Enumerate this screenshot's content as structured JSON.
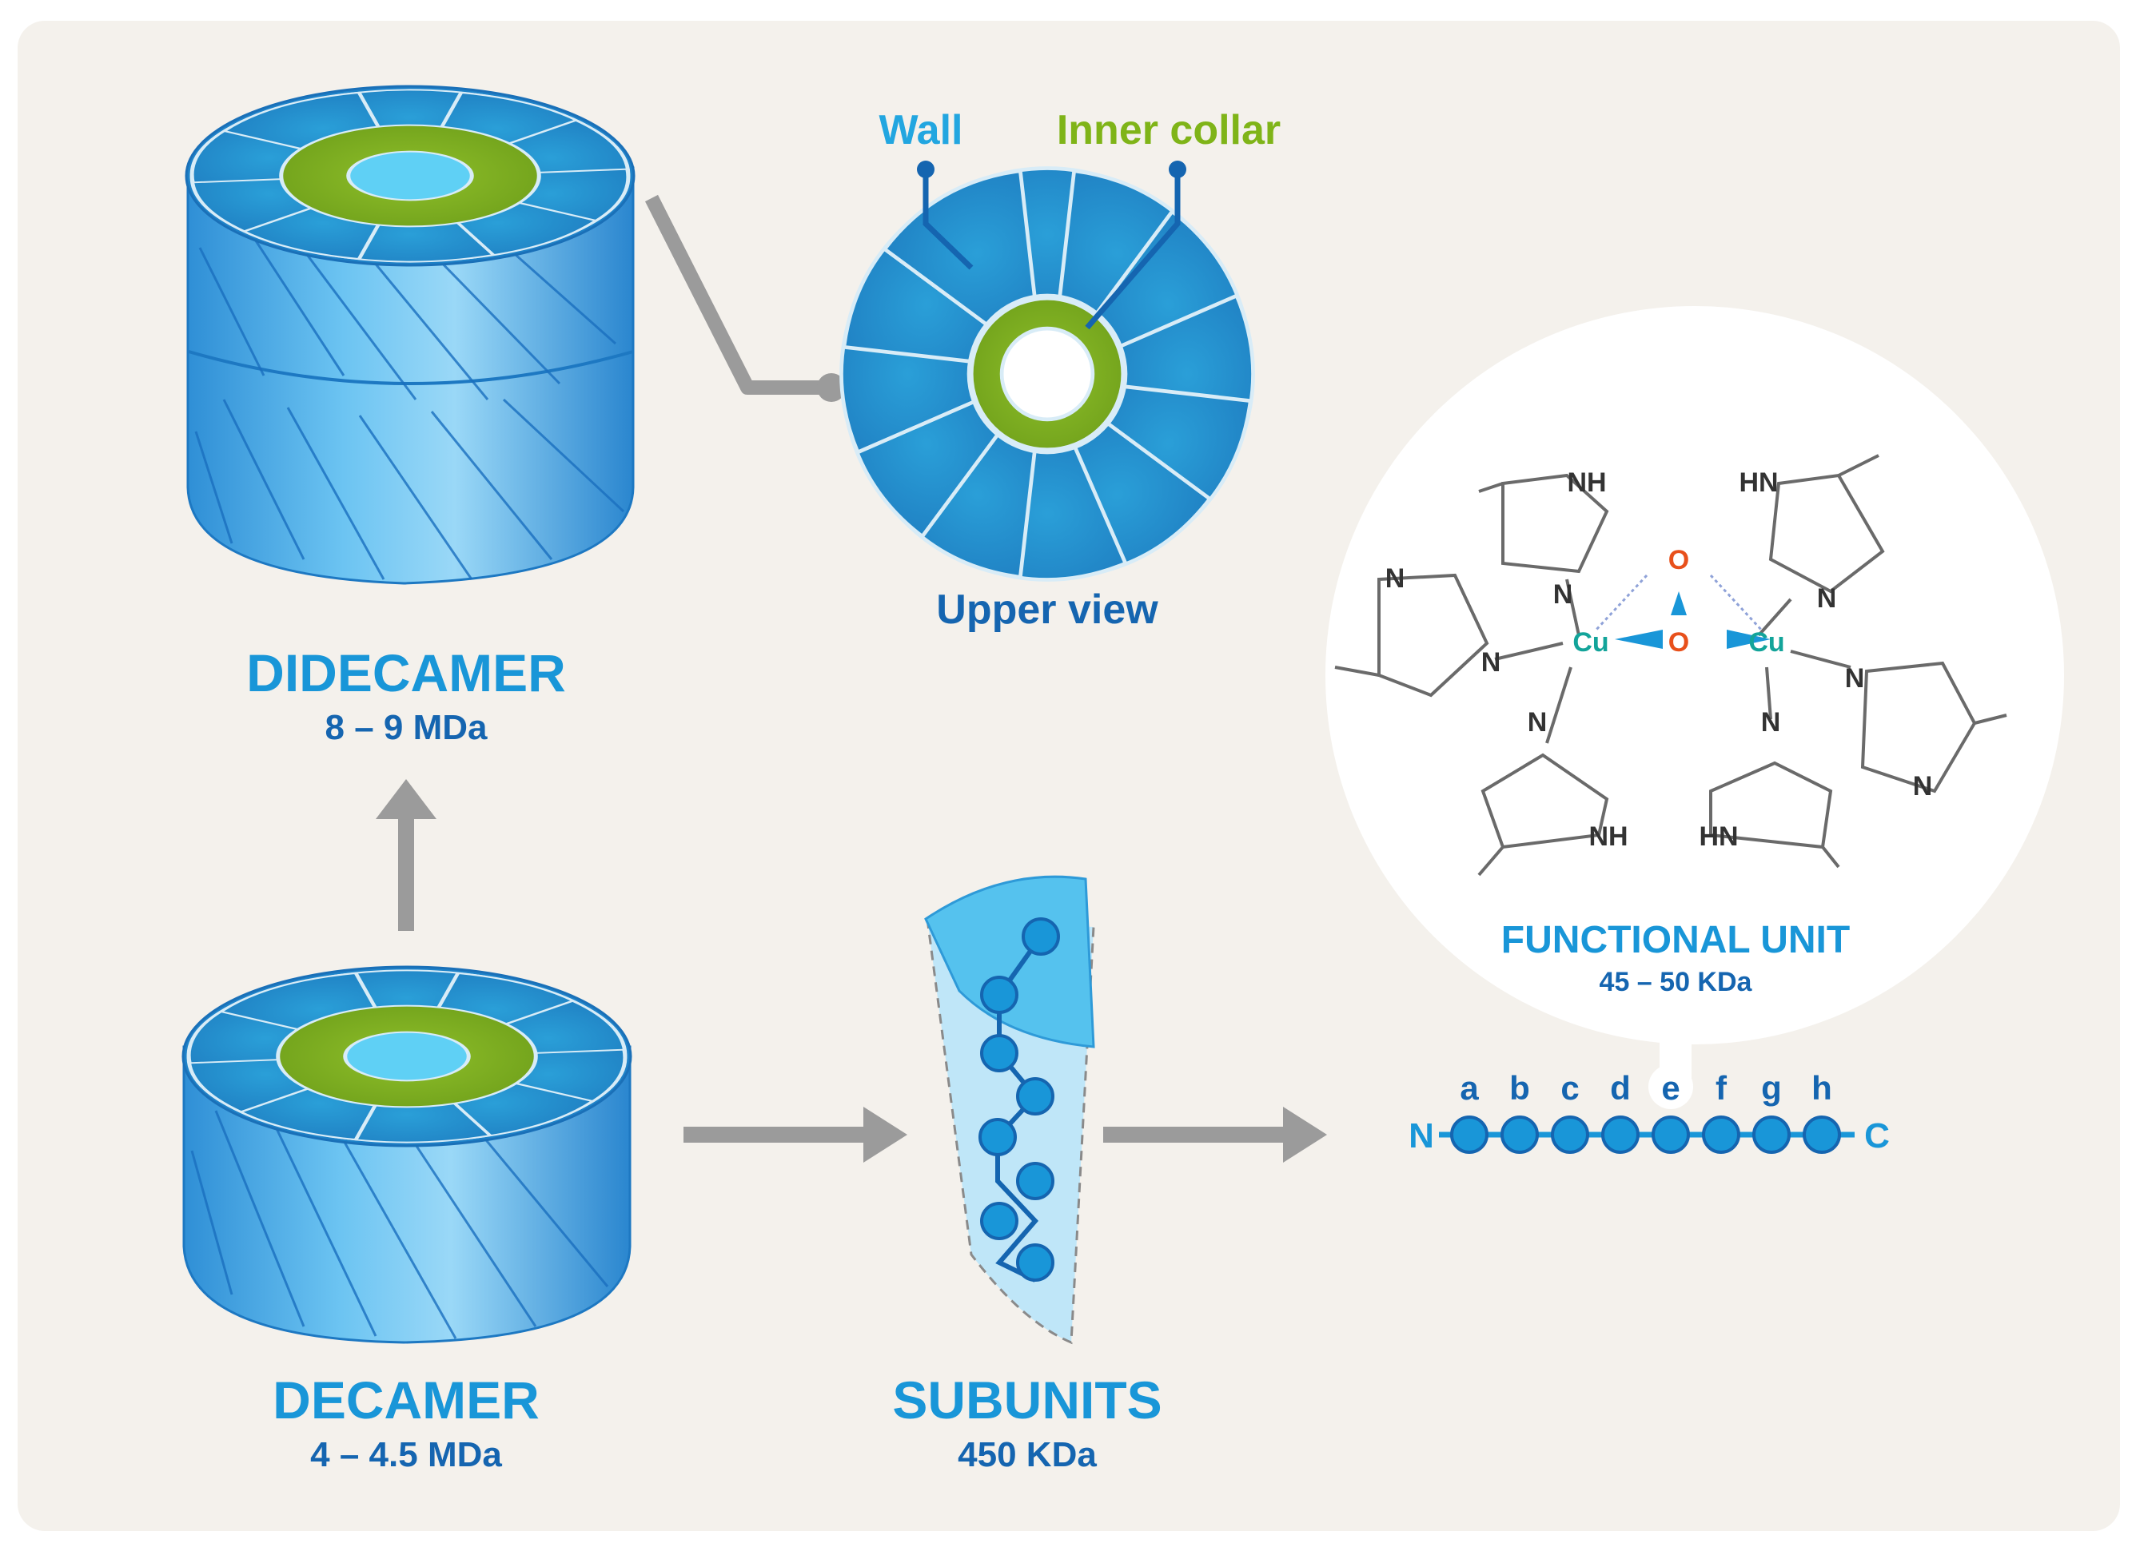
{
  "colors": {
    "background": "#f4f1ec",
    "frame": "#e9e5df",
    "blue_dark": "#1565b0",
    "blue_mid": "#1996d8",
    "blue_light": "#35a9e6",
    "blue_pale": "#bfe6f8",
    "green": "#80b51f",
    "wall_label": "#22a6e0",
    "collar_label": "#7fb418",
    "arrow": "#9b9b9b",
    "oxygen": "#e8501b",
    "copper": "#13a49a",
    "bond": "#555555"
  },
  "didecamer": {
    "title": "DIDECAMER",
    "mass": "8 – 9 MDa"
  },
  "decamer": {
    "title": "DECAMER",
    "mass": "4 – 4.5 MDa"
  },
  "subunits": {
    "title": "SUBUNITS",
    "mass": "450 KDa"
  },
  "upper_view": {
    "wall_label": "Wall",
    "collar_label": "Inner collar",
    "caption": "Upper view"
  },
  "functional_unit": {
    "title": "FUNCTIONAL UNIT",
    "mass": "45 – 50 KDa",
    "atoms": {
      "cu": "Cu",
      "o": "O",
      "n": "N",
      "nh": "NH",
      "hn": "HN"
    }
  },
  "chain": {
    "n_term": "N",
    "c_term": "C",
    "letters": [
      "a",
      "b",
      "c",
      "d",
      "e",
      "f",
      "g",
      "h"
    ],
    "highlighted": "e"
  }
}
